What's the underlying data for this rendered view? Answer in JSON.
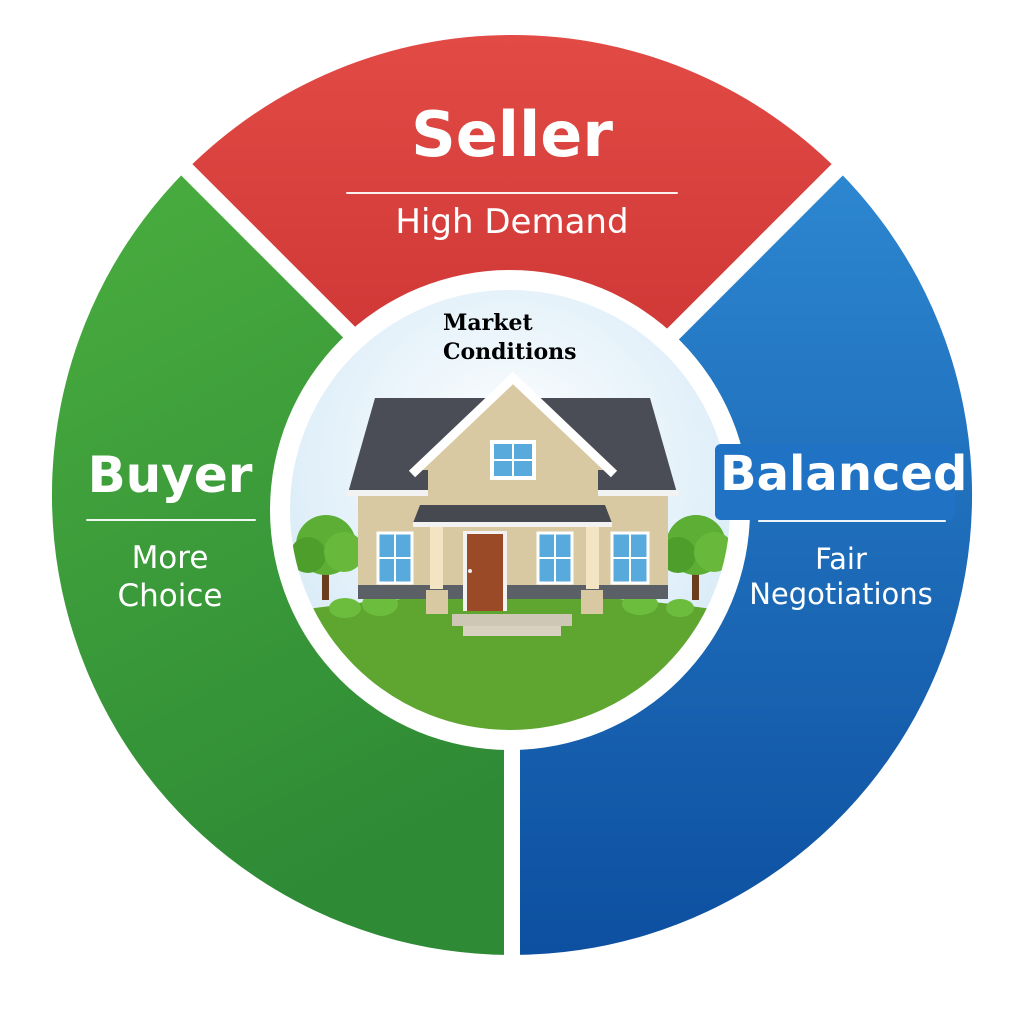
{
  "diagram": {
    "title": "Market Conditions",
    "center": {
      "title_line1": "Market",
      "title_line2": "Conditions",
      "image": "house-illustration"
    },
    "segments": [
      {
        "id": "seller",
        "title": "Seller",
        "subtitle": "High Demand",
        "color": "#d63a3a",
        "position": "top"
      },
      {
        "id": "buyer",
        "title": "Buyer",
        "subtitle_line1": "More",
        "subtitle_line2": "Choice",
        "color": "#3b9a3b",
        "position": "left"
      },
      {
        "id": "balanced",
        "title": "Balanced",
        "subtitle_line1": "Fair",
        "subtitle_line2": "Negotiations",
        "color": "#1f6fc0",
        "position": "right"
      }
    ],
    "colors": {
      "seller": "#d63a3a",
      "buyer": "#3b9a3b",
      "balanced": "#1f6fc0",
      "center_bg": "#e8f3fb",
      "divider": "#ffffff"
    }
  }
}
